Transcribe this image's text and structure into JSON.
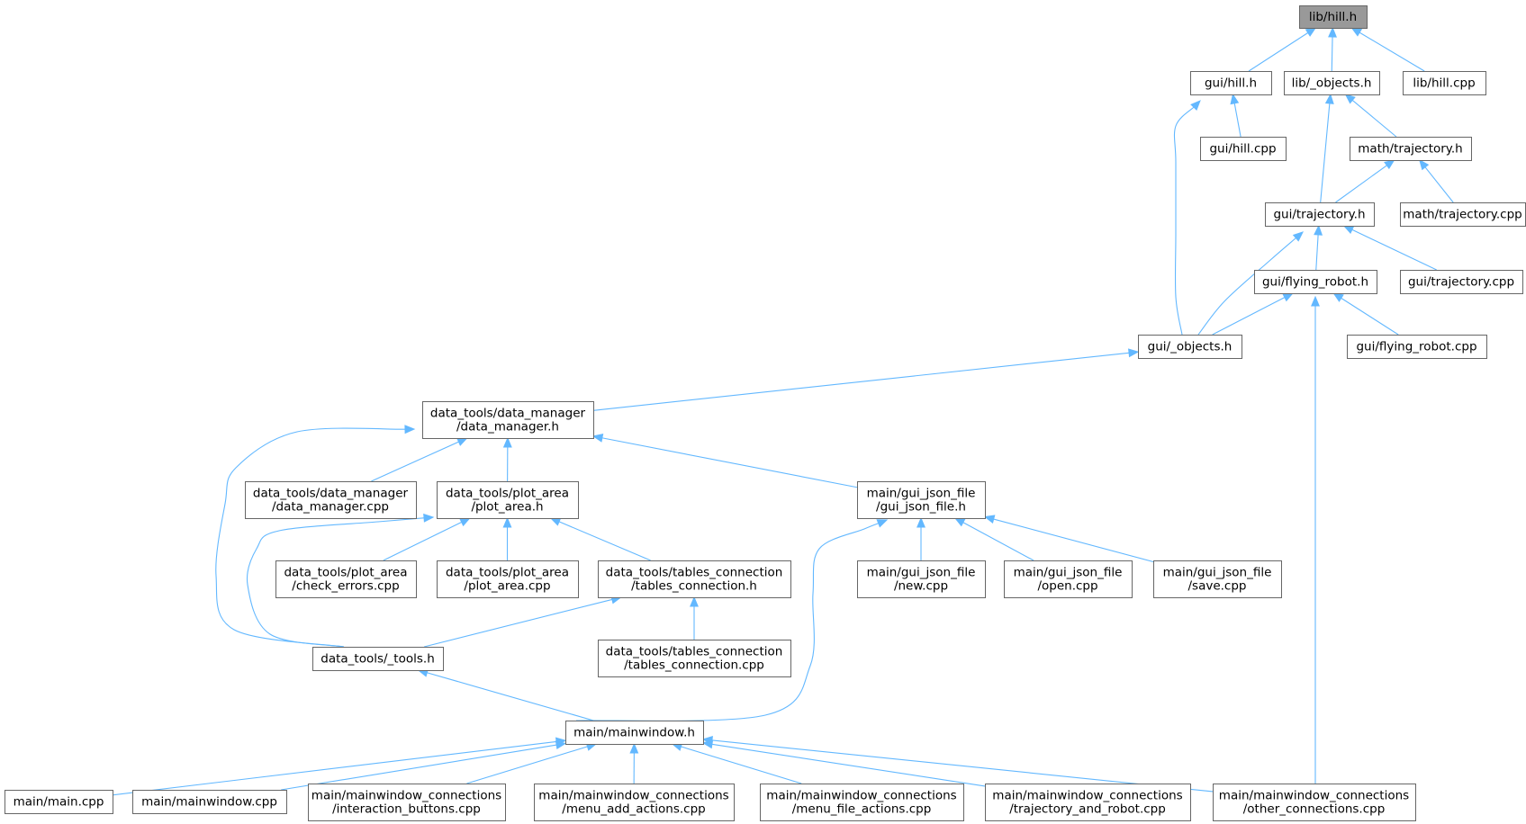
{
  "colors": {
    "edge": "#63b8ff",
    "node_border": "#666666",
    "node_fill": "#ffffff",
    "root_fill": "#999999"
  },
  "nodes": [
    {
      "id": "n0",
      "lines": [
        "lib/hill.h"
      ],
      "root": true
    },
    {
      "id": "n1",
      "lines": [
        "gui/hill.h"
      ]
    },
    {
      "id": "n2",
      "lines": [
        "lib/_objects.h"
      ]
    },
    {
      "id": "n3",
      "lines": [
        "lib/hill.cpp"
      ]
    },
    {
      "id": "n4",
      "lines": [
        "gui/hill.cpp"
      ]
    },
    {
      "id": "n5",
      "lines": [
        "math/trajectory.h"
      ]
    },
    {
      "id": "n6",
      "lines": [
        "gui/trajectory.h"
      ]
    },
    {
      "id": "n7",
      "lines": [
        "math/trajectory.cpp"
      ]
    },
    {
      "id": "n8",
      "lines": [
        "gui/flying_robot.h"
      ]
    },
    {
      "id": "n9",
      "lines": [
        "gui/trajectory.cpp"
      ]
    },
    {
      "id": "n10",
      "lines": [
        "gui/_objects.h"
      ]
    },
    {
      "id": "n11",
      "lines": [
        "gui/flying_robot.cpp"
      ]
    },
    {
      "id": "n12",
      "lines": [
        "data_tools/data_manager",
        "/data_manager.h"
      ]
    },
    {
      "id": "n13",
      "lines": [
        "data_tools/data_manager",
        "/data_manager.cpp"
      ]
    },
    {
      "id": "n14",
      "lines": [
        "data_tools/plot_area",
        "/plot_area.h"
      ]
    },
    {
      "id": "n15",
      "lines": [
        "main/gui_json_file",
        "/gui_json_file.h"
      ]
    },
    {
      "id": "n16",
      "lines": [
        "data_tools/plot_area",
        "/check_errors.cpp"
      ]
    },
    {
      "id": "n17",
      "lines": [
        "data_tools/plot_area",
        "/plot_area.cpp"
      ]
    },
    {
      "id": "n18",
      "lines": [
        "data_tools/tables_connection",
        "/tables_connection.h"
      ]
    },
    {
      "id": "n19",
      "lines": [
        "main/gui_json_file",
        "/new.cpp"
      ]
    },
    {
      "id": "n20",
      "lines": [
        "main/gui_json_file",
        "/open.cpp"
      ]
    },
    {
      "id": "n21",
      "lines": [
        "main/gui_json_file",
        "/save.cpp"
      ]
    },
    {
      "id": "n22",
      "lines": [
        "data_tools/_tools.h"
      ]
    },
    {
      "id": "n23",
      "lines": [
        "data_tools/tables_connection",
        "/tables_connection.cpp"
      ]
    },
    {
      "id": "n24",
      "lines": [
        "main/mainwindow.h"
      ]
    },
    {
      "id": "n25",
      "lines": [
        "main/main.cpp"
      ]
    },
    {
      "id": "n26",
      "lines": [
        "main/mainwindow.cpp"
      ]
    },
    {
      "id": "n27",
      "lines": [
        "main/mainwindow_connections",
        "/interaction_buttons.cpp"
      ]
    },
    {
      "id": "n28",
      "lines": [
        "main/mainwindow_connections",
        "/menu_add_actions.cpp"
      ]
    },
    {
      "id": "n29",
      "lines": [
        "main/mainwindow_connections",
        "/menu_file_actions.cpp"
      ]
    },
    {
      "id": "n30",
      "lines": [
        "main/mainwindow_connections",
        "/trajectory_and_robot.cpp"
      ]
    },
    {
      "id": "n31",
      "lines": [
        "main/mainwindow_connections",
        "/other_connections.cpp"
      ]
    }
  ],
  "edges": [
    [
      "n1",
      "n0"
    ],
    [
      "n2",
      "n0"
    ],
    [
      "n3",
      "n0"
    ],
    [
      "n4",
      "n1"
    ],
    [
      "n10",
      "n1"
    ],
    [
      "n5",
      "n2"
    ],
    [
      "n6",
      "n2"
    ],
    [
      "n6",
      "n5"
    ],
    [
      "n7",
      "n5"
    ],
    [
      "n8",
      "n6"
    ],
    [
      "n9",
      "n6"
    ],
    [
      "n10",
      "n6"
    ],
    [
      "n10",
      "n8"
    ],
    [
      "n11",
      "n8"
    ],
    [
      "n31",
      "n8"
    ],
    [
      "n12",
      "n10"
    ],
    [
      "n13",
      "n12"
    ],
    [
      "n14",
      "n12"
    ],
    [
      "n15",
      "n12"
    ],
    [
      "n22",
      "n12"
    ],
    [
      "n16",
      "n14"
    ],
    [
      "n17",
      "n14"
    ],
    [
      "n18",
      "n14"
    ],
    [
      "n22",
      "n14"
    ],
    [
      "n19",
      "n15"
    ],
    [
      "n20",
      "n15"
    ],
    [
      "n21",
      "n15"
    ],
    [
      "n24",
      "n15"
    ],
    [
      "n22",
      "n18"
    ],
    [
      "n23",
      "n18"
    ],
    [
      "n24",
      "n22"
    ],
    [
      "n25",
      "n24"
    ],
    [
      "n26",
      "n24"
    ],
    [
      "n27",
      "n24"
    ],
    [
      "n28",
      "n24"
    ],
    [
      "n29",
      "n24"
    ],
    [
      "n30",
      "n24"
    ],
    [
      "n31",
      "n24"
    ]
  ]
}
